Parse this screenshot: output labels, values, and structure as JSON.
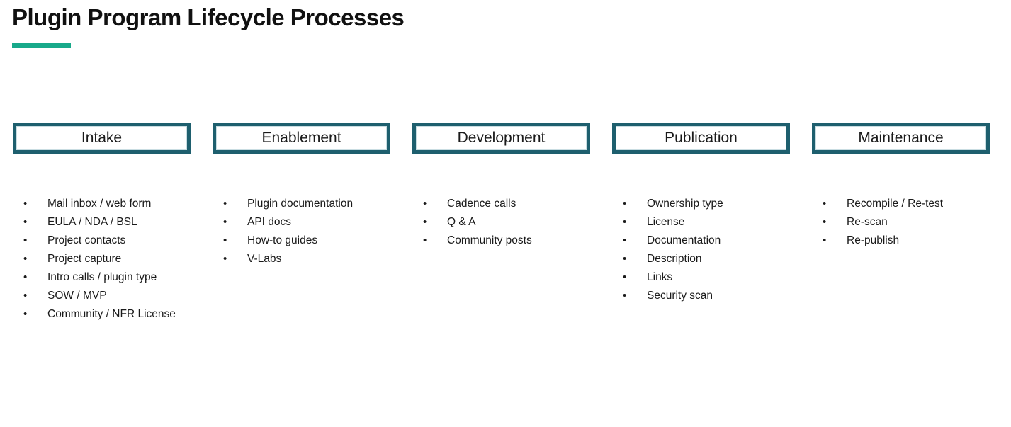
{
  "page": {
    "title": "Plugin Program Lifecycle Processes"
  },
  "colors": {
    "accent_green": "#18A98A",
    "box_border_teal": "#1E5F6E",
    "text": "#1A1A1A"
  },
  "columns": [
    {
      "label": "Intake",
      "items": [
        "Mail inbox / web form",
        "EULA / NDA / BSL",
        "Project contacts",
        "Project capture",
        "Intro calls / plugin type",
        "SOW / MVP",
        "Community / NFR License"
      ]
    },
    {
      "label": "Enablement",
      "items": [
        "Plugin documentation",
        "API docs",
        "How-to guides",
        "V-Labs"
      ]
    },
    {
      "label": "Development",
      "items": [
        "Cadence calls",
        "Q & A",
        "Community posts"
      ]
    },
    {
      "label": "Publication",
      "items": [
        "Ownership type",
        "License",
        "Documentation",
        "Description",
        "Links",
        "Security scan"
      ]
    },
    {
      "label": "Maintenance",
      "items": [
        "Recompile / Re-test",
        "Re-scan",
        "Re-publish"
      ]
    }
  ]
}
